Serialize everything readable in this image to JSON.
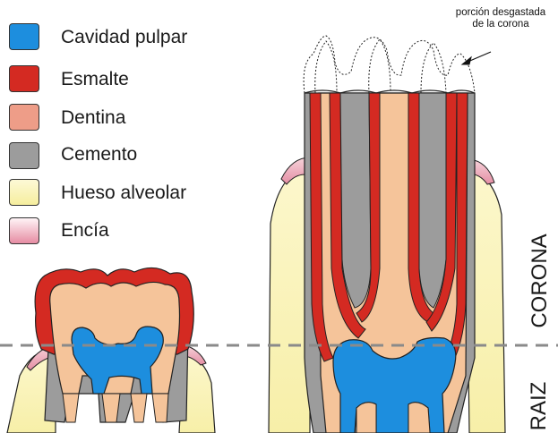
{
  "legend": {
    "items": [
      {
        "label": "Cavidad pulpar",
        "color": "#1d8ede"
      },
      {
        "label": "Esmalte",
        "color": "#d42a22"
      },
      {
        "label": "Dentina",
        "color": "#ee9d88"
      },
      {
        "label": "Cemento",
        "color": "#9c9c9c"
      },
      {
        "label": "Hueso alveolar",
        "color": "#fbf6c4"
      },
      {
        "label": "Encía",
        "color": "#f3c3cd"
      }
    ]
  },
  "annotation": {
    "worn_crown_line1": "porción desgastada",
    "worn_crown_line2": "de la corona"
  },
  "regions": {
    "crown": "CORONA",
    "root": "RAIZ"
  },
  "colors": {
    "pulp": "#1d8ede",
    "enamel": "#d42a22",
    "dentin": "#f5c49a",
    "cementum": "#9c9c9c",
    "bone": "#fbf6c4",
    "gum": "#f3c3cd",
    "outline": "#222222",
    "dashed_line": "#8a8a8a"
  }
}
